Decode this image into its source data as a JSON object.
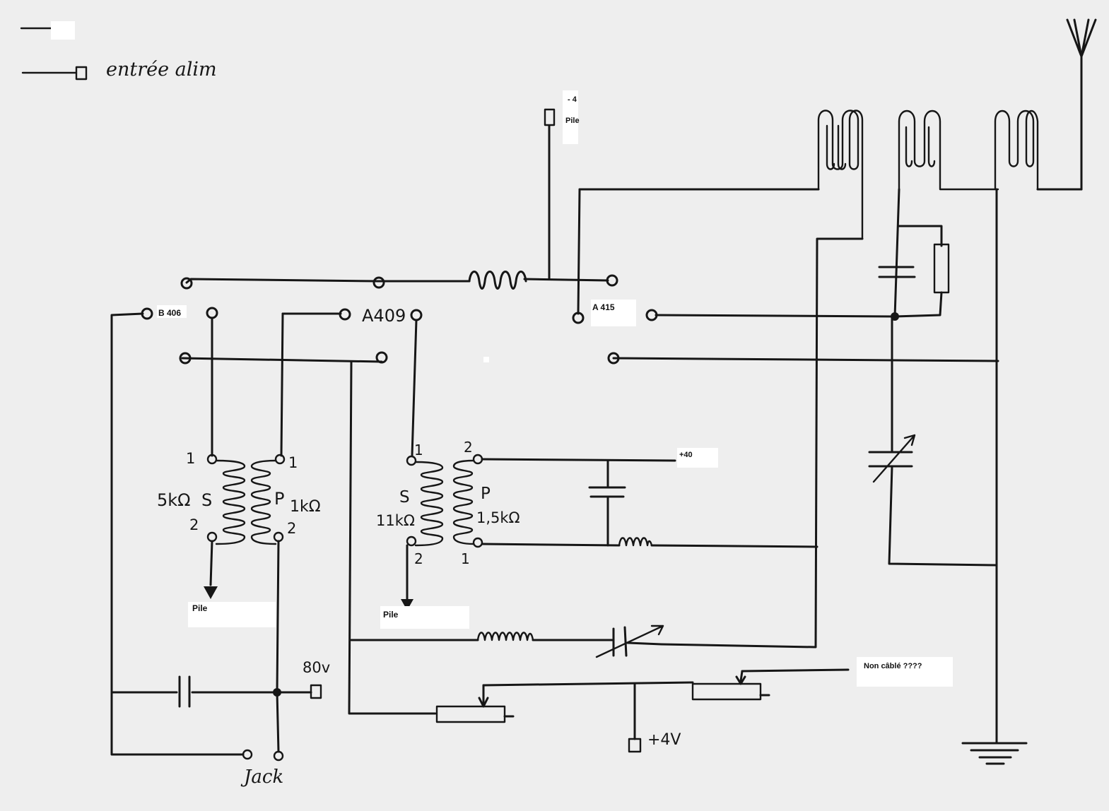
{
  "legend": {
    "input_label": "entrée alim"
  },
  "tubes": {
    "t1": "B 406",
    "t2": "A409",
    "t3": "A 415"
  },
  "battery_top": {
    "value": "- 4",
    "label": "Pile"
  },
  "transformer_left": {
    "s_label": "S",
    "p_label": "P",
    "s_value": "5kΩ",
    "p_value": "1kΩ",
    "pins": [
      "1",
      "1",
      "2",
      "2"
    ],
    "pile_label": "Pile"
  },
  "transformer_right": {
    "s_label": "S",
    "p_label": "P",
    "s_value": "11kΩ",
    "p_value": "1,5kΩ",
    "pins": [
      "1",
      "2",
      "2",
      "1"
    ],
    "pile_label": "Pile"
  },
  "supply": {
    "hv": "+40",
    "v80": "80v",
    "v4": "+4V",
    "jack": "Jack"
  },
  "notes": {
    "not_wired": "Non câblé ????"
  }
}
